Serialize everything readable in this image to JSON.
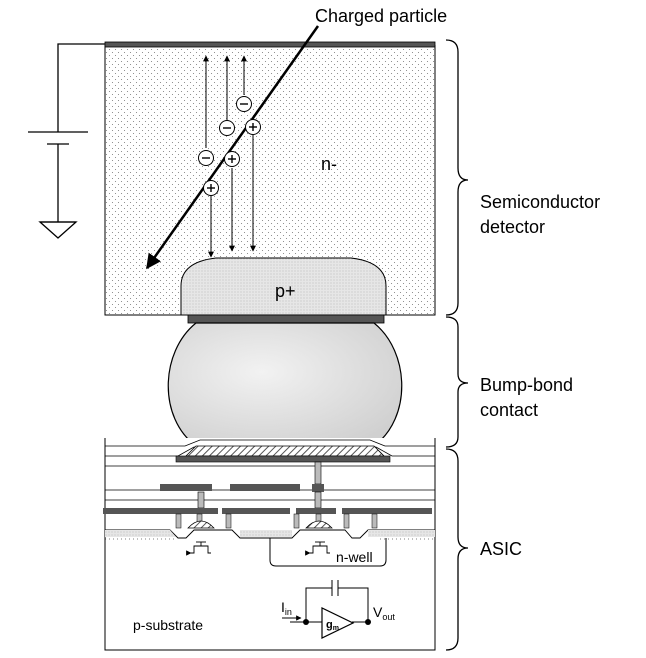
{
  "labels": {
    "charged_particle": "Charged particle",
    "n_minus": "n-",
    "p_plus": "p+",
    "semiconductor_detector_line1": "Semiconductor",
    "semiconductor_detector_line2": "detector",
    "bump_bond_line1": "Bump-bond",
    "bump_bond_line2": "contact",
    "asic": "ASIC",
    "n_well": "n-well",
    "p_substrate": "p-substrate",
    "i_in": "I",
    "i_in_sub": "in",
    "v_out": "V",
    "v_out_sub": "out",
    "g_m": "g",
    "g_m_sub": "m"
  },
  "charges": {
    "minus": "⊖",
    "plus": "⊕"
  }
}
